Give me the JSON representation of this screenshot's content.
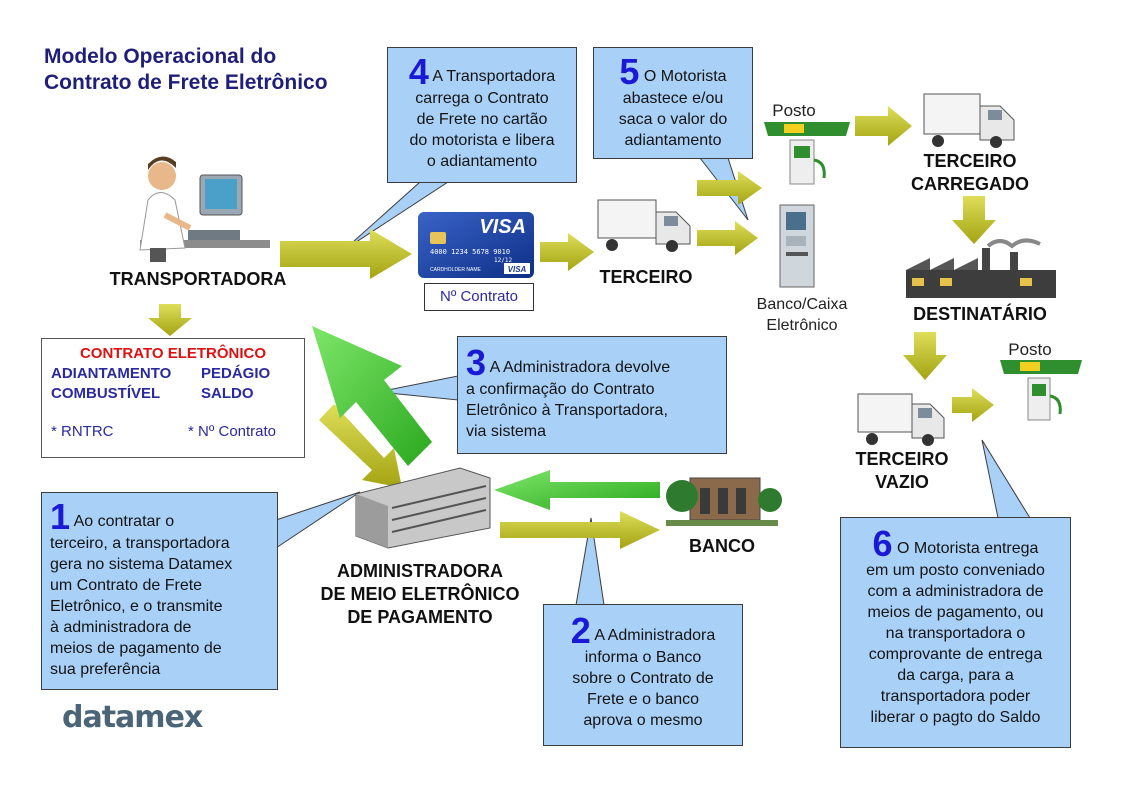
{
  "title": [
    "Modelo Operacional do",
    "Contrato de Frete Eletrônico"
  ],
  "labels": {
    "transportadora": "TRANSPORTADORA",
    "terceiro": "TERCEIRO",
    "banco": "BANCO",
    "terceiro_carregado": [
      "TERCEIRO",
      "CARREGADO"
    ],
    "destinatario": "DESTINATÁRIO",
    "terceiro_vazio": [
      "TERCEIRO",
      "VAZIO"
    ],
    "administradora": [
      "ADMINISTRADORA",
      "DE MEIO ELETRÔNICO",
      "DE PAGAMENTO"
    ],
    "posto_top": "Posto",
    "posto_bottom": "Posto",
    "banco_caixa": [
      "Banco/Caixa",
      "Eletrônico"
    ],
    "nr_contrato": "Nº Contrato"
  },
  "contract": {
    "title": "CONTRATO ELETRÔNICO",
    "adiantamento": "ADIANTAMENTO",
    "pedagio": "PEDÁGIO",
    "combustivel": "COMBUSTÍVEL",
    "saldo": "SALDO",
    "rntrc": "* RNTRC",
    "nr_contrato": "* Nº Contrato"
  },
  "card": {
    "brand": "VISA",
    "number": "4000 1234 5678 9010",
    "expiry": "12/12",
    "holder": "CARDHOLDER NAME"
  },
  "callouts": {
    "c1": {
      "num": "1",
      "lines": [
        "Ao contratar o",
        "terceiro, a transportadora",
        "gera no sistema Datamex",
        "um Contrato de Frete",
        "Eletrônico, e o transmite",
        "à administradora de",
        "meios de pagamento de",
        "sua preferência"
      ]
    },
    "c2": {
      "num": "2",
      "lines": [
        "A Administradora",
        "informa o Banco",
        "sobre o Contrato de",
        "Frete e o banco",
        "aprova o mesmo"
      ]
    },
    "c3": {
      "num": "3",
      "lines": [
        "A Administradora devolve",
        "a confirmação do Contrato",
        "Eletrônico à Transportadora,",
        "via sistema"
      ]
    },
    "c4": {
      "num": "4",
      "lines": [
        "A Transportadora",
        "carrega o Contrato",
        "de Frete no cartão",
        "do motorista e libera",
        "o adiantamento"
      ]
    },
    "c5": {
      "num": "5",
      "lines": [
        "O Motorista",
        "abastece e/ou",
        "saca o valor do",
        "adiantamento"
      ]
    },
    "c6": {
      "num": "6",
      "lines": [
        "O Motorista entrega",
        "em um posto conveniado",
        "com a administradora de",
        "meios de pagamento, ou",
        "na transportadora o",
        "comprovante de entrega",
        "da carga, para a",
        "transportadora poder",
        "liberar o pagto do Saldo"
      ]
    }
  },
  "logo": {
    "text": "datamex"
  },
  "colors": {
    "title": "#1f1f7a",
    "callout_fill": "#a9d1f7",
    "callout_number": "#1a1ad6",
    "olive_arrow": "#b5b520",
    "green_arrow": "#39c42a",
    "contract_red": "#dd1111",
    "contract_blue": "#2a2aa0"
  }
}
